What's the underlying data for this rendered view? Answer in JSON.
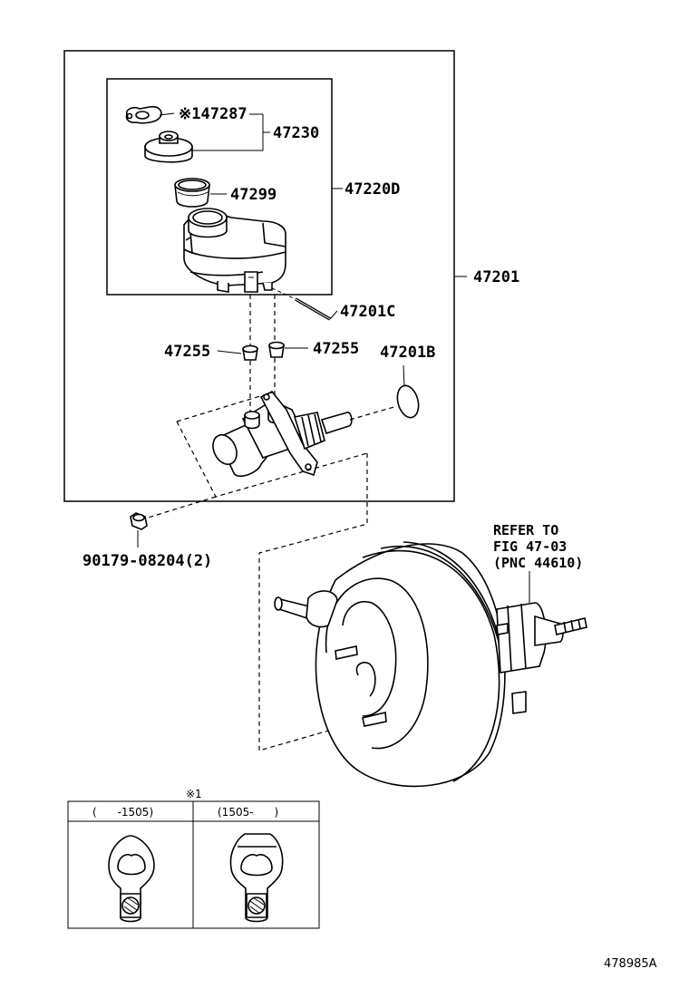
{
  "labels": {
    "p47287": "※147287",
    "p47230": "47230",
    "p47299": "47299",
    "p47220D": "47220D",
    "p47201": "47201",
    "p47201C": "47201C",
    "p47255_left": "47255",
    "p47255_right": "47255",
    "p47201B": "47201B",
    "p90179": "90179-08204(2)"
  },
  "reference": {
    "line1": "REFER TO",
    "line2": "FIG 47-03",
    "line3": "(PNC 44610)"
  },
  "note_table": {
    "marker": "※1",
    "col1_header": "(      -1505)",
    "col2_header": "(1505-      )"
  },
  "illustration_id": "478985A",
  "footer_marks": "__ _"
}
